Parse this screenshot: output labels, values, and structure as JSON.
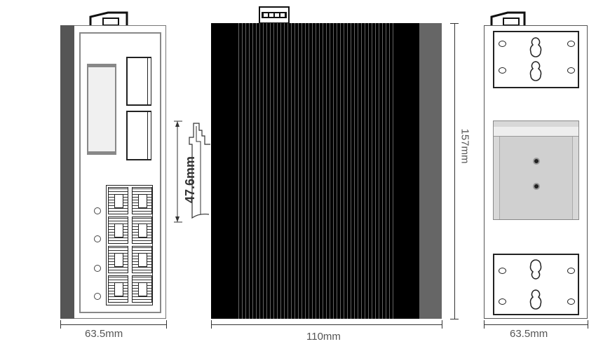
{
  "dimensions": {
    "front_width": "63.5mm",
    "side_width": "110mm",
    "height": "157mm",
    "din_clip": "47.6mm",
    "back_width": "63.5mm"
  },
  "views": [
    "front-view",
    "side-view",
    "back-view"
  ],
  "front": {
    "ethernet_ports": 8,
    "leds": 4
  },
  "colors": {
    "body_dark": "#555555",
    "heatsink": "#000000",
    "line": "#333333"
  }
}
